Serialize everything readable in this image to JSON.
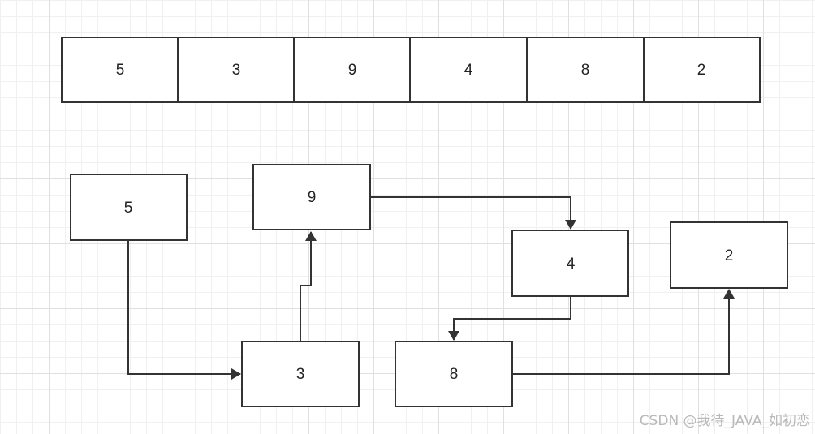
{
  "array": {
    "cells": [
      "5",
      "3",
      "9",
      "4",
      "8",
      "2"
    ]
  },
  "nodes": [
    {
      "id": "n5",
      "label": "5"
    },
    {
      "id": "n9",
      "label": "9"
    },
    {
      "id": "n4",
      "label": "4"
    },
    {
      "id": "n2",
      "label": "2"
    },
    {
      "id": "n3",
      "label": "3"
    },
    {
      "id": "n8",
      "label": "8"
    }
  ],
  "edges": [
    {
      "from": "n5",
      "to": "n3"
    },
    {
      "from": "n3",
      "to": "n9"
    },
    {
      "from": "n9",
      "to": "n4"
    },
    {
      "from": "n4",
      "to": "n8"
    },
    {
      "from": "n8",
      "to": "n2"
    }
  ],
  "watermark": "CSDN @我待_JAVA_如初恋",
  "colors": {
    "stroke": "#333333",
    "text": "#222222"
  }
}
